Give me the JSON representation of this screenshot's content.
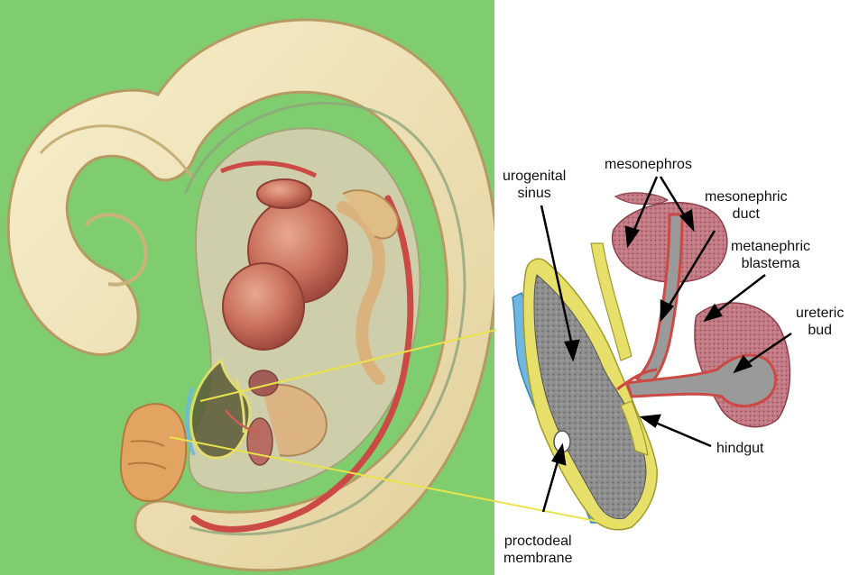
{
  "colors": {
    "background_panel": "#7fcd6e",
    "embryo_skin": "#efe2b4",
    "organ_red": "#c9705c",
    "artery_red": "#cc4a45",
    "sinus_gray": "#8c8c8c",
    "epithelium_yellow": "#e6df6a",
    "ectoderm_blue": "#6fb7e0",
    "mesonephros_pink": "#b85f6a",
    "guide_line_yellow": "#e8e34a"
  },
  "labels": {
    "urogenital_sinus": [
      "urogenital",
      "sinus"
    ],
    "mesonephros": "mesonephros",
    "mesonephric_duct": [
      "mesonephric",
      "duct"
    ],
    "metanephric_blastema": [
      "metanephric",
      "blastema"
    ],
    "ureteric_bud": [
      "ureteric",
      "bud"
    ],
    "hindgut": "hindgut",
    "proctodeal_membrane": [
      "proctodeal",
      "membrane"
    ]
  }
}
